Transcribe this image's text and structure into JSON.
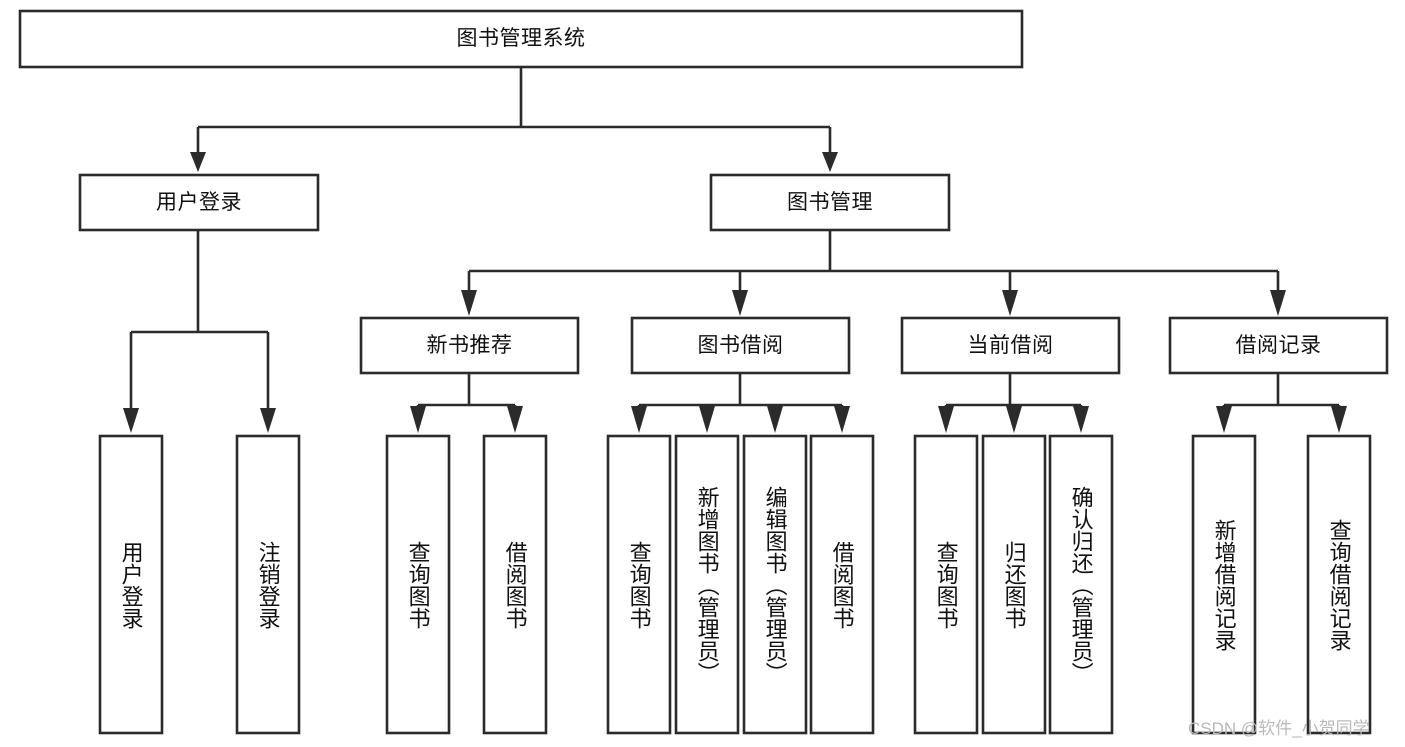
{
  "diagram": {
    "type": "hierarchy-tree",
    "title": "图书管理系统",
    "orientation": "top-down",
    "colors": {
      "box_stroke": "#2b2b2b",
      "box_fill": "#ffffff",
      "connector": "#2b2b2b",
      "text": "#111111",
      "watermark": "#b9b9b9",
      "background": "#ffffff"
    },
    "levels": {
      "root": "图书管理系统",
      "level2": [
        "用户登录",
        "图书管理"
      ],
      "level3": [
        "新书推荐",
        "图书借阅",
        "当前借阅",
        "借阅记录"
      ]
    },
    "nodes": {
      "root": {
        "label": "图书管理系统"
      },
      "user_login": {
        "label": "用户登录"
      },
      "book_manage": {
        "label": "图书管理"
      },
      "new_book_rec": {
        "label": "新书推荐"
      },
      "book_borrow": {
        "label": "图书借阅"
      },
      "current_borrow": {
        "label": "当前借阅"
      },
      "borrow_record": {
        "label": "借阅记录"
      }
    },
    "leaves": {
      "user_login": [
        {
          "label": "用户登录"
        },
        {
          "label": "注销登录"
        }
      ],
      "new_book_rec": [
        {
          "label": "查询图书"
        },
        {
          "label": "借阅图书"
        }
      ],
      "book_borrow": [
        {
          "label": "查询图书"
        },
        {
          "label": "新增图书（管理员）"
        },
        {
          "label": "编辑图书（管理员）"
        },
        {
          "label": "借阅图书"
        }
      ],
      "current_borrow": [
        {
          "label": "查询图书"
        },
        {
          "label": "归还图书"
        },
        {
          "label": "确认归还（管理员）"
        }
      ],
      "borrow_record": [
        {
          "label": "新增借阅记录"
        },
        {
          "label": "查询借阅记录"
        }
      ]
    },
    "watermark": "CSDN @软件_小贺同学"
  }
}
